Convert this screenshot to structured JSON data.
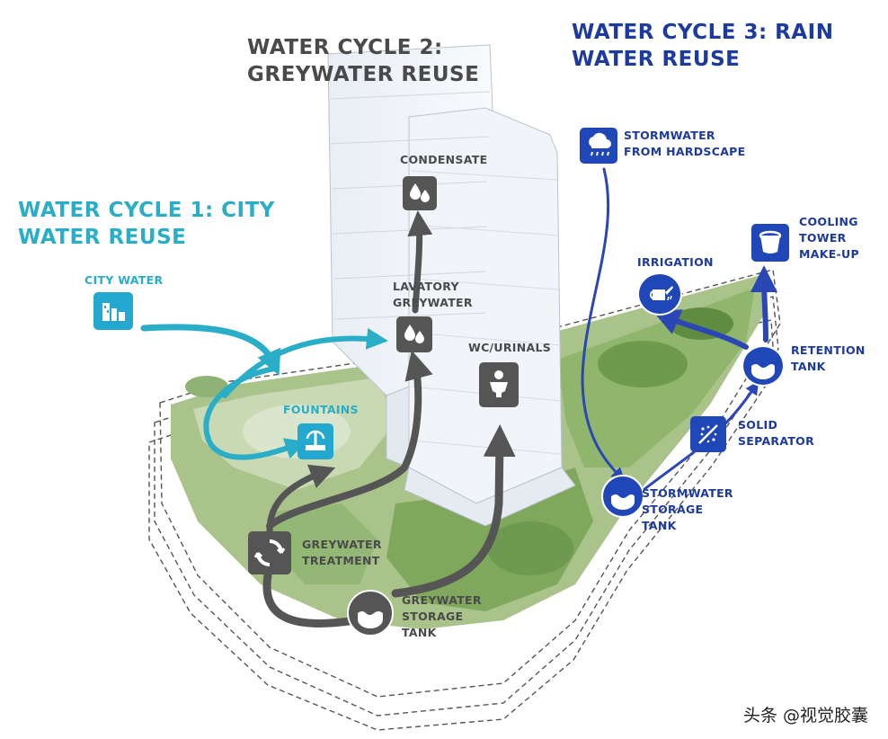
{
  "titles": {
    "cycle1": [
      "WATER CYCLE 1: CITY",
      "WATER REUSE"
    ],
    "cycle2": [
      "WATER CYCLE 2:",
      "GREYWATER REUSE"
    ],
    "cycle3": [
      "WATER CYCLE 3: RAIN",
      "WATER REUSE"
    ]
  },
  "labels": {
    "condensate": "CONDENSATE",
    "lavatory_greywater": [
      "LAVATORY",
      "GREYWATER"
    ],
    "wc_urinals": "WC/URINALS",
    "city_water": "CITY WATER",
    "fountains": "FOUNTAINS",
    "greywater_treatment": [
      "GREYWATER",
      "TREATMENT"
    ],
    "greywater_storage_tank": [
      "GREYWATER",
      "STORAGE",
      "TANK"
    ],
    "stormwater_from_hardscape": [
      "STORMWATER",
      "FROM HARDSCAPE"
    ],
    "irrigation": "IRRIGATION",
    "cooling_tower": [
      "COOLING",
      "TOWER",
      "MAKE-UP"
    ],
    "retention_tank": [
      "RETENTION",
      "TANK"
    ],
    "solid_separator": [
      "SOLID",
      "SEPARATOR"
    ],
    "stormwater_storage_tank": [
      "STORMWATER",
      "STORAGE",
      "TANK"
    ]
  },
  "colors": {
    "cycle1": "#2aaec8",
    "cycle2": "#555555",
    "cycle3": "#1f47b8",
    "greenery": "#6f9a4c"
  },
  "watermark": "头条 @视觉胶囊"
}
